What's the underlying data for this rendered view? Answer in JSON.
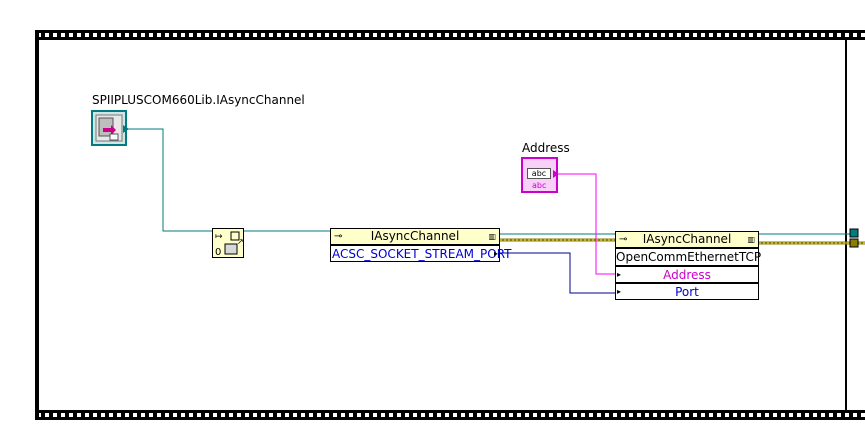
{
  "class_constant": {
    "label": "SPIIPLUSCOM660Lib.IAsyncChannel",
    "icon": "refnum-constant-icon"
  },
  "address_control": {
    "label": "Address",
    "text": "abc",
    "subtext": "abc",
    "color": "#cc00cc"
  },
  "automation_open": {
    "icon": "automation-open-icon"
  },
  "property_node": {
    "title": "IAsyncChannel",
    "property": "ACSC_SOCKET_STREAM_PORT",
    "property_color": "#0000cc"
  },
  "invoke_node": {
    "title": "IAsyncChannel",
    "method": "OpenCommEthernetTCP",
    "params": [
      {
        "label": "Address",
        "color": "#cc00cc"
      },
      {
        "label": "Port",
        "color": "#0000cc"
      }
    ]
  },
  "colors": {
    "refnum_wire": "#007b7f",
    "string_wire": "#ff00ff",
    "numeric_wire": "#00008b",
    "error_wire": "#8b7d00",
    "node_header": "#ffffcc"
  }
}
